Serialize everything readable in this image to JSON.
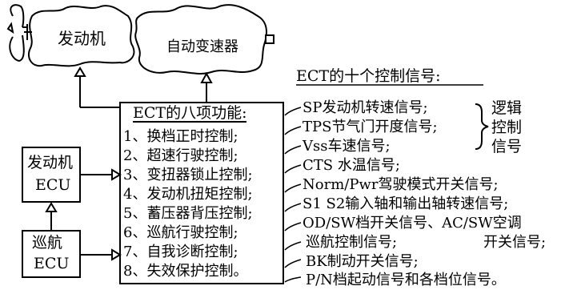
{
  "engine": {
    "label": "发动机"
  },
  "transmission": {
    "label": "自动变速器"
  },
  "ect_box": {
    "title": "ECT的八项功能:",
    "functions": [
      "1、换档正时控制;",
      "2、超速行驶控制;",
      "3、变扭器锁止控制;",
      "4、发动机扭矩控制;",
      "5、蓄压器背压控制;",
      "6、巡航行驶控制;",
      "7、自我诊断控制;",
      "8、失效保护控制。"
    ]
  },
  "engine_ecu": {
    "line1": "发动机",
    "line2": "ECU"
  },
  "cruise_ecu": {
    "line1": "巡航",
    "line2": "ECU"
  },
  "signals": {
    "heading": "ECT的十个控制信号:",
    "items": [
      "SP发动机转速信号;",
      "TPS节气门开度信号;",
      "Vss车速信号;",
      "CTS 水温信号;",
      "Norm/Pwr驾驶模式开关信号;",
      "S1 S2输入轴和输出轴转速信号;",
      "OD/SW档开关信号、AC/SW空调",
      "开关信号;",
      "巡航控制信号;",
      "BK制动开关信号;",
      "P/N档起动信号和各档位信号。"
    ],
    "logic_label": [
      "逻辑",
      "控制",
      "信号"
    ]
  }
}
